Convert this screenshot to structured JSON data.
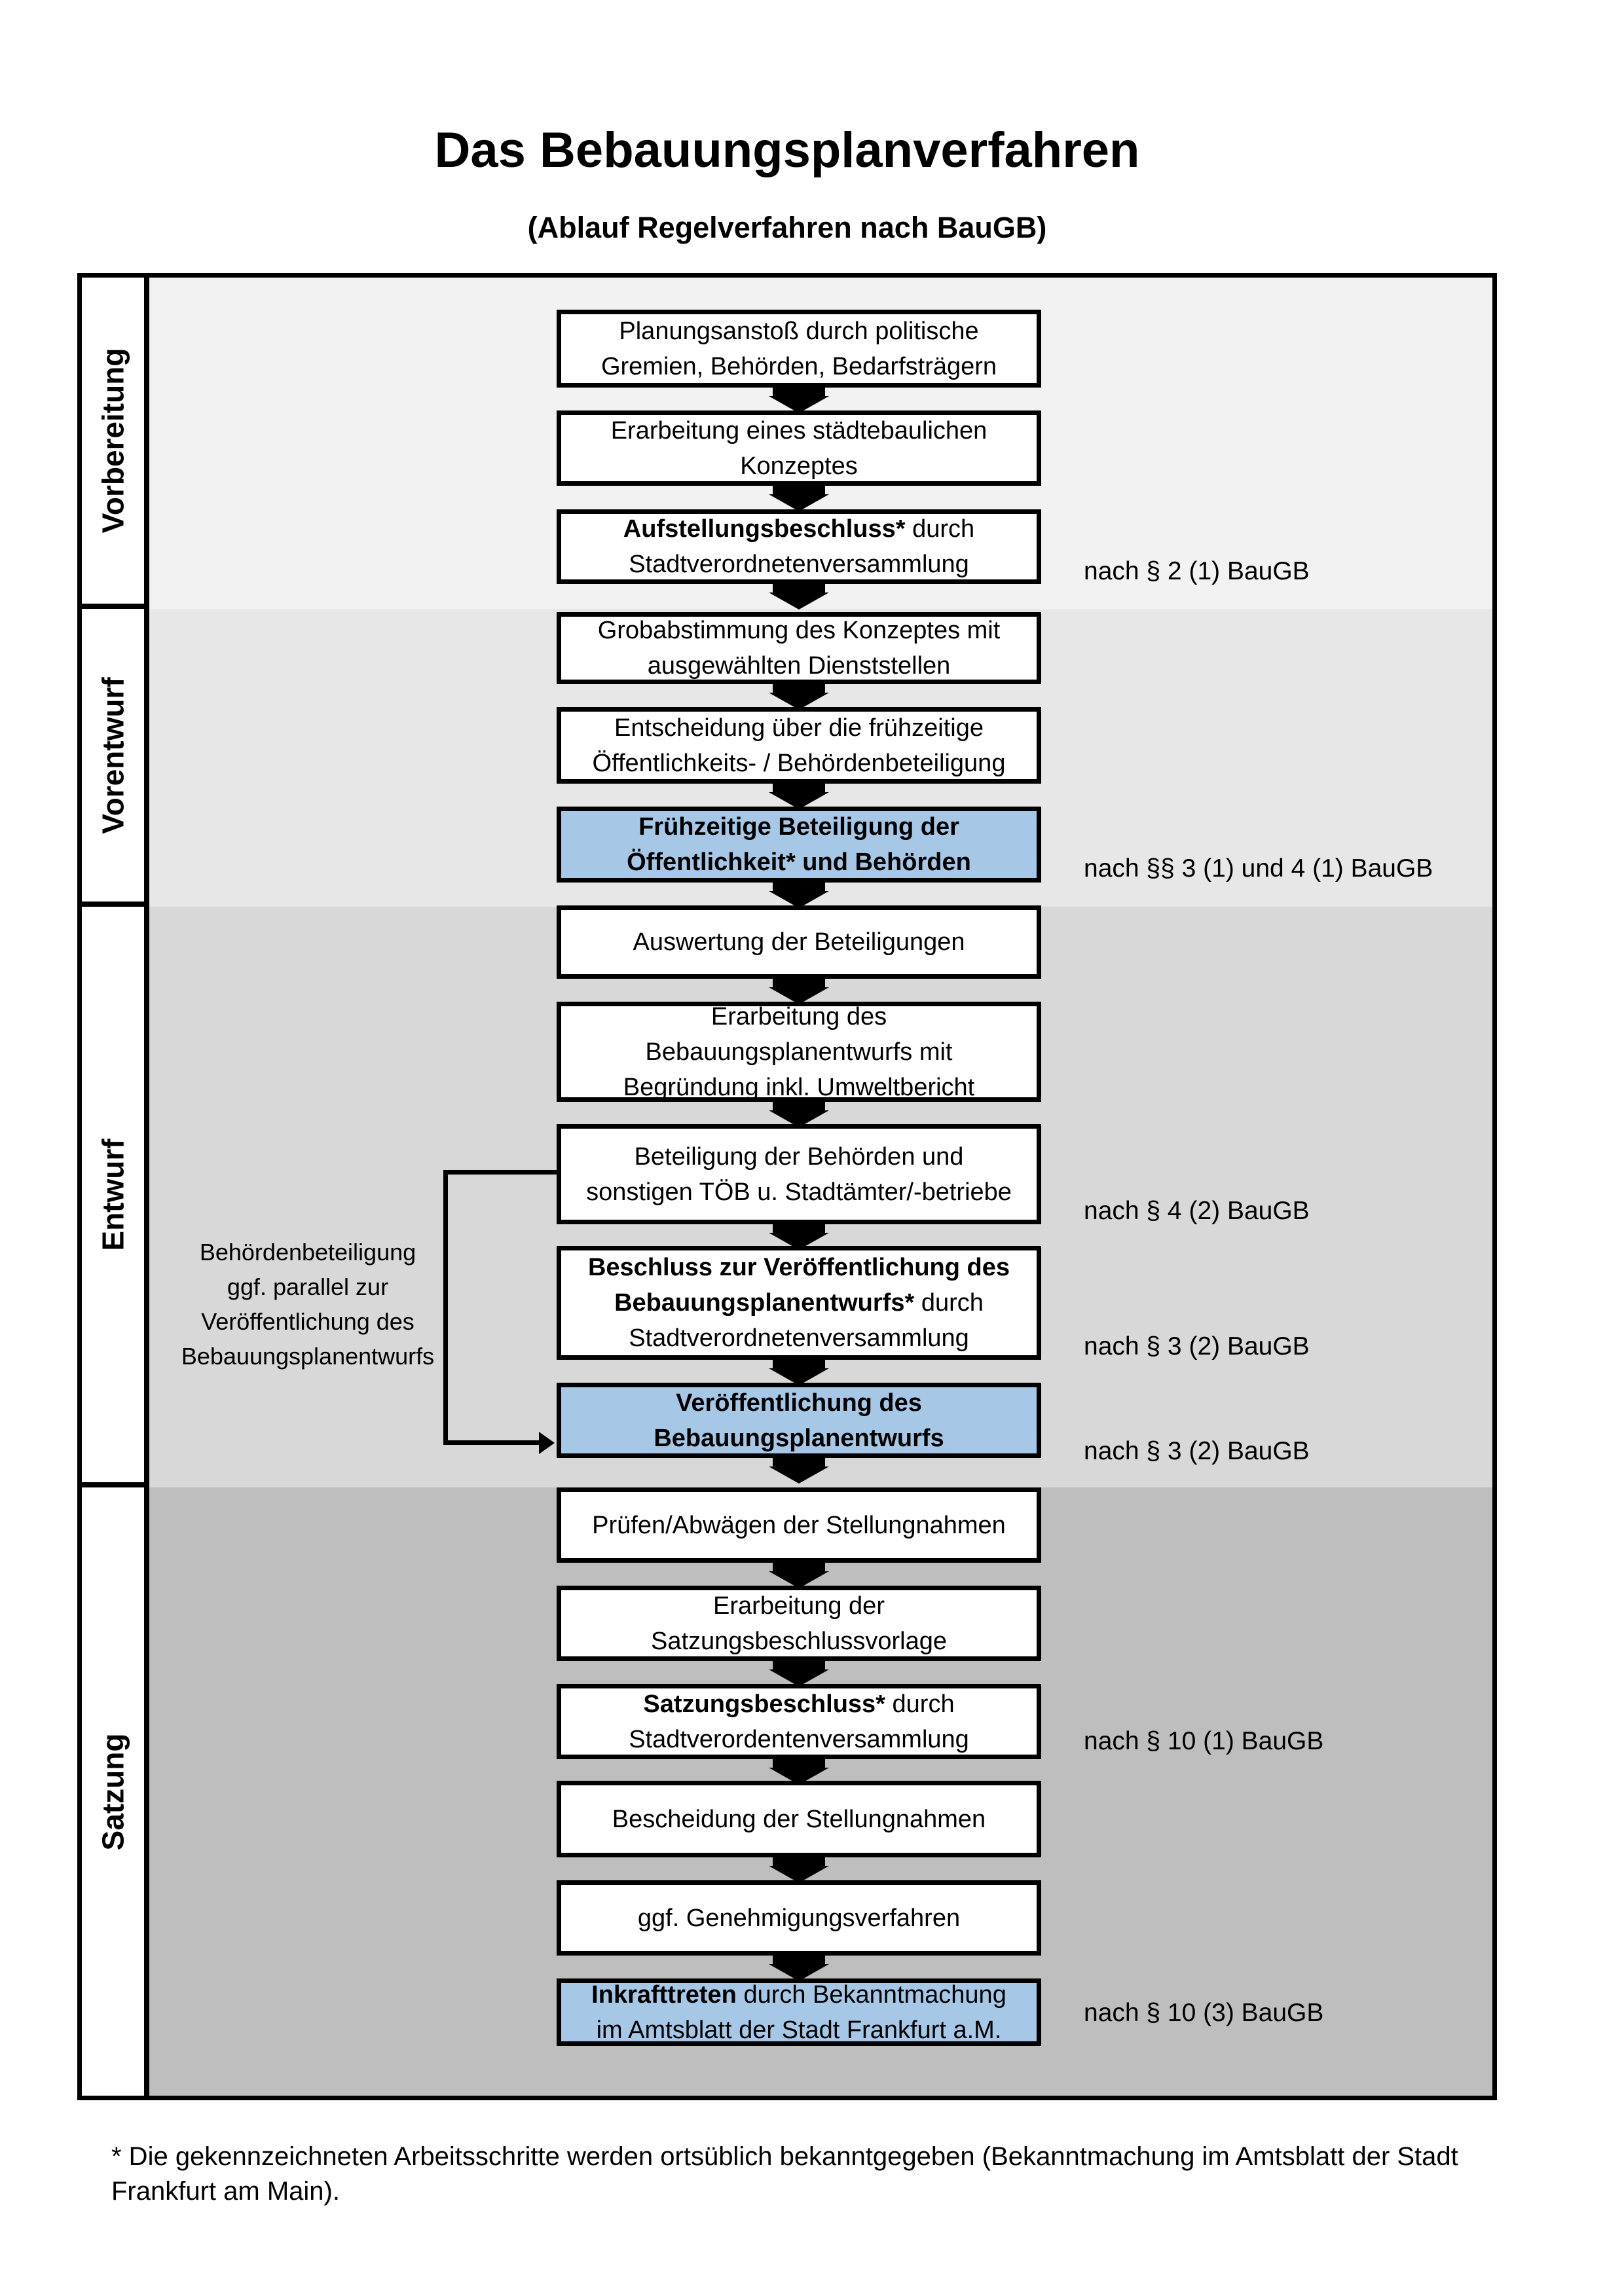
{
  "title": "Das Bebauungsplanverfahren",
  "subtitle": "(Ablauf Regelverfahren nach BauGB)",
  "phases": [
    {
      "label": "Vorbereitung"
    },
    {
      "label": "Vorentwurf"
    },
    {
      "label": "Entwurf"
    },
    {
      "label": "Satzung"
    }
  ],
  "steps": [
    {
      "bold": "",
      "text": "Planungsanstoß durch politische\nGremien, Behörden, Bedarfsträgern",
      "highlight": false
    },
    {
      "bold": "",
      "text": "Erarbeitung eines städtebaulichen\nKonzeptes",
      "highlight": false
    },
    {
      "bold": "Aufstellungsbeschluss*",
      "text": " durch\nStadtverordnetenversammlung",
      "highlight": false
    },
    {
      "bold": "",
      "text": "Grobabstimmung des Konzeptes mit\nausgewählten Dienststellen",
      "highlight": false
    },
    {
      "bold": "",
      "text": "Entscheidung über die frühzeitige\nÖffentlichkeits- / Behördenbeteiligung",
      "highlight": false
    },
    {
      "bold": "Frühzeitige Beteiligung der\nÖffentlichkeit* und Behörden",
      "text": "",
      "highlight": true
    },
    {
      "bold": "",
      "text": "Auswertung der Beteiligungen",
      "highlight": false
    },
    {
      "bold": "",
      "text": "Erarbeitung des\nBebauungsplanentwurfs mit\nBegründung inkl. Umweltbericht",
      "highlight": false
    },
    {
      "bold": "",
      "text": "Beteiligung der Behörden und\nsonstigen TÖB u. Stadtämter/-betriebe",
      "highlight": false
    },
    {
      "bold": "Beschluss zur Veröffentlichung des\nBebauungsplanentwurfs*",
      "text": " durch\nStadtverordnetenversammlung",
      "highlight": false
    },
    {
      "bold": "Veröffentlichung des\nBebauungsplanentwurfs",
      "text": "",
      "highlight": true
    },
    {
      "bold": "",
      "text": "Prüfen/Abwägen der Stellungnahmen",
      "highlight": false
    },
    {
      "bold": "",
      "text": "Erarbeitung der\nSatzungsbeschlussvorlage",
      "highlight": false
    },
    {
      "bold": "Satzungsbeschluss*",
      "text": " durch\nStadtverordentenversammlung",
      "highlight": false
    },
    {
      "bold": "",
      "text": "Bescheidung der Stellungnahmen",
      "highlight": false
    },
    {
      "bold": "",
      "text": "ggf. Genehmigungsverfahren",
      "highlight": false
    },
    {
      "bold": "Inkrafttreten",
      "text": " durch Bekanntmachung\nim Amtsblatt der Stadt Frankfurt a.M.",
      "highlight": true
    }
  ],
  "legal_refs": [
    {
      "text": "nach § 2 (1) BauGB"
    },
    {
      "text": "nach §§ 3 (1) und 4 (1) BauGB"
    },
    {
      "text": "nach § 4 (2) BauGB"
    },
    {
      "text": "nach § 3 (2) BauGB"
    },
    {
      "text": "nach § 3 (2) BauGB"
    },
    {
      "text": "nach § 10 (1) BauGB"
    },
    {
      "text": "nach § 10 (3) BauGB"
    }
  ],
  "side_note": {
    "text": "Behördenbeteiligung\nggf. parallel zur\nVeröffentlichung des\nBebauungsplanentwurfs"
  },
  "footnote": "* Die gekennzeichneten Arbeitsschritte werden ortsüblich bekanntgegeben (Bekanntmachung im Amtsblatt der Stadt\nFrankfurt am Main).",
  "colors": {
    "highlight": "#A7C7E7",
    "bands": [
      "#F2F2F2",
      "#E7E7E7",
      "#D8D8D8",
      "#BEBEBE"
    ],
    "border": "#000000"
  }
}
